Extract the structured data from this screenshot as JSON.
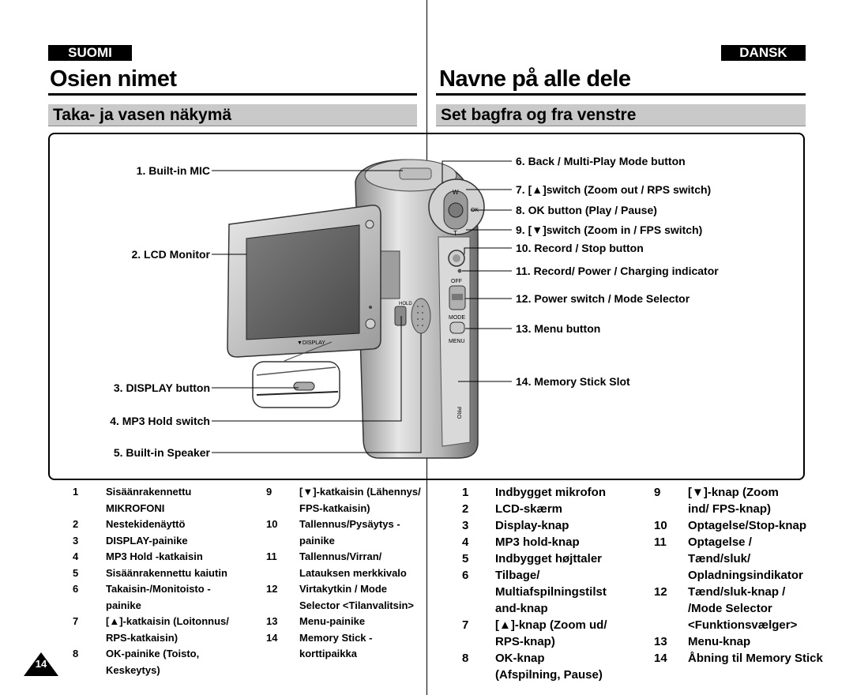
{
  "header": {
    "left_lang": "SUOMI",
    "right_lang": "DANSK",
    "left_title": "Osien nimet",
    "right_title": "Navne på alle dele",
    "left_subtitle": "Taka- ja vasen näkymä",
    "right_subtitle": "Set bagfra og fra venstre"
  },
  "callouts": [
    "1. Built-in MIC",
    "2. LCD Monitor",
    "3. DISPLAY button",
    "4. MP3 Hold switch",
    "5. Built-in Speaker",
    "6. Back / Multi-Play Mode button",
    "7. [▲]switch (Zoom out / RPS switch)",
    "8. OK button (Play / Pause)",
    "9. [▼]switch (Zoom in / FPS switch)",
    "10. Record / Stop button",
    "11. Record/ Power / Charging indicator",
    "12. Power switch / Mode Selector",
    "13. Menu button",
    "14. Memory Stick Slot"
  ],
  "device_labels": {
    "display": "▼DISPLAY",
    "off": "OFF",
    "mode": "MODE",
    "menu": "MENU",
    "hold": "HOLD",
    "w": "W",
    "t": "T",
    "ok": "OK",
    "pro": "PRO"
  },
  "finnish_list": {
    "left": [
      {
        "n": "1",
        "lines": [
          "Sisäänrakennettu",
          "MIKROFONI"
        ]
      },
      {
        "n": "2",
        "lines": [
          "Nestekidenäyttö"
        ]
      },
      {
        "n": "3",
        "lines": [
          "DISPLAY-painike"
        ]
      },
      {
        "n": "4",
        "lines": [
          "MP3 Hold -katkaisin"
        ]
      },
      {
        "n": "5",
        "lines": [
          "Sisäänrakennettu kaiutin"
        ]
      },
      {
        "n": "6",
        "lines": [
          "Takaisin-/Monitoisto -",
          "painike"
        ]
      },
      {
        "n": "7",
        "lines": [
          "[▲]-katkaisin (Loitonnus/",
          "RPS-katkaisin)"
        ]
      },
      {
        "n": "8",
        "lines": [
          "OK-painike (Toisto,",
          "Keskeytys)"
        ]
      }
    ],
    "right": [
      {
        "n": "9",
        "lines": [
          "[▼]-katkaisin (Lähennys/",
          "FPS-katkaisin)"
        ]
      },
      {
        "n": "10",
        "lines": [
          "Tallennus/Pysäytys -",
          "painike"
        ]
      },
      {
        "n": "11",
        "lines": [
          "Tallennus/Virran/",
          "Latauksen merkkivalo"
        ]
      },
      {
        "n": "12",
        "lines": [
          "Virtakytkin / Mode",
          "Selector <Tilanvalitsin>"
        ]
      },
      {
        "n": "13",
        "lines": [
          "Menu-painike"
        ]
      },
      {
        "n": "14",
        "lines": [
          "Memory Stick -",
          "korttipaikka"
        ]
      }
    ]
  },
  "danish_list": {
    "left": [
      {
        "n": "1",
        "lines": [
          "Indbygget mikrofon"
        ]
      },
      {
        "n": "2",
        "lines": [
          "LCD-skærm"
        ]
      },
      {
        "n": "3",
        "lines": [
          "Display-knap"
        ]
      },
      {
        "n": "4",
        "lines": [
          "MP3 hold-knap"
        ]
      },
      {
        "n": "5",
        "lines": [
          "Indbygget højttaler"
        ]
      },
      {
        "n": "6",
        "lines": [
          "Tilbage/",
          "Multiafspilningstilst",
          "and-knap"
        ]
      },
      {
        "n": "7",
        "lines": [
          "[▲]-knap (Zoom ud/",
          "RPS-knap)"
        ]
      },
      {
        "n": "8",
        "lines": [
          "OK-knap",
          "(Afspilning, Pause)"
        ]
      }
    ],
    "right": [
      {
        "n": "9",
        "lines": [
          "[▼]-knap (Zoom",
          "ind/ FPS-knap)"
        ]
      },
      {
        "n": "10",
        "lines": [
          "Optagelse/Stop-knap"
        ]
      },
      {
        "n": "11",
        "lines": [
          "Optagelse /",
          "Tænd/sluk/",
          "Opladningsindikator"
        ]
      },
      {
        "n": "12",
        "lines": [
          "Tænd/sluk-knap /",
          "/Mode Selector",
          "<Funktionsvælger>"
        ]
      },
      {
        "n": "13",
        "lines": [
          "Menu-knap"
        ]
      },
      {
        "n": "14",
        "lines": [
          "Åbning til Memory Stick"
        ]
      }
    ]
  },
  "page_number": "14"
}
